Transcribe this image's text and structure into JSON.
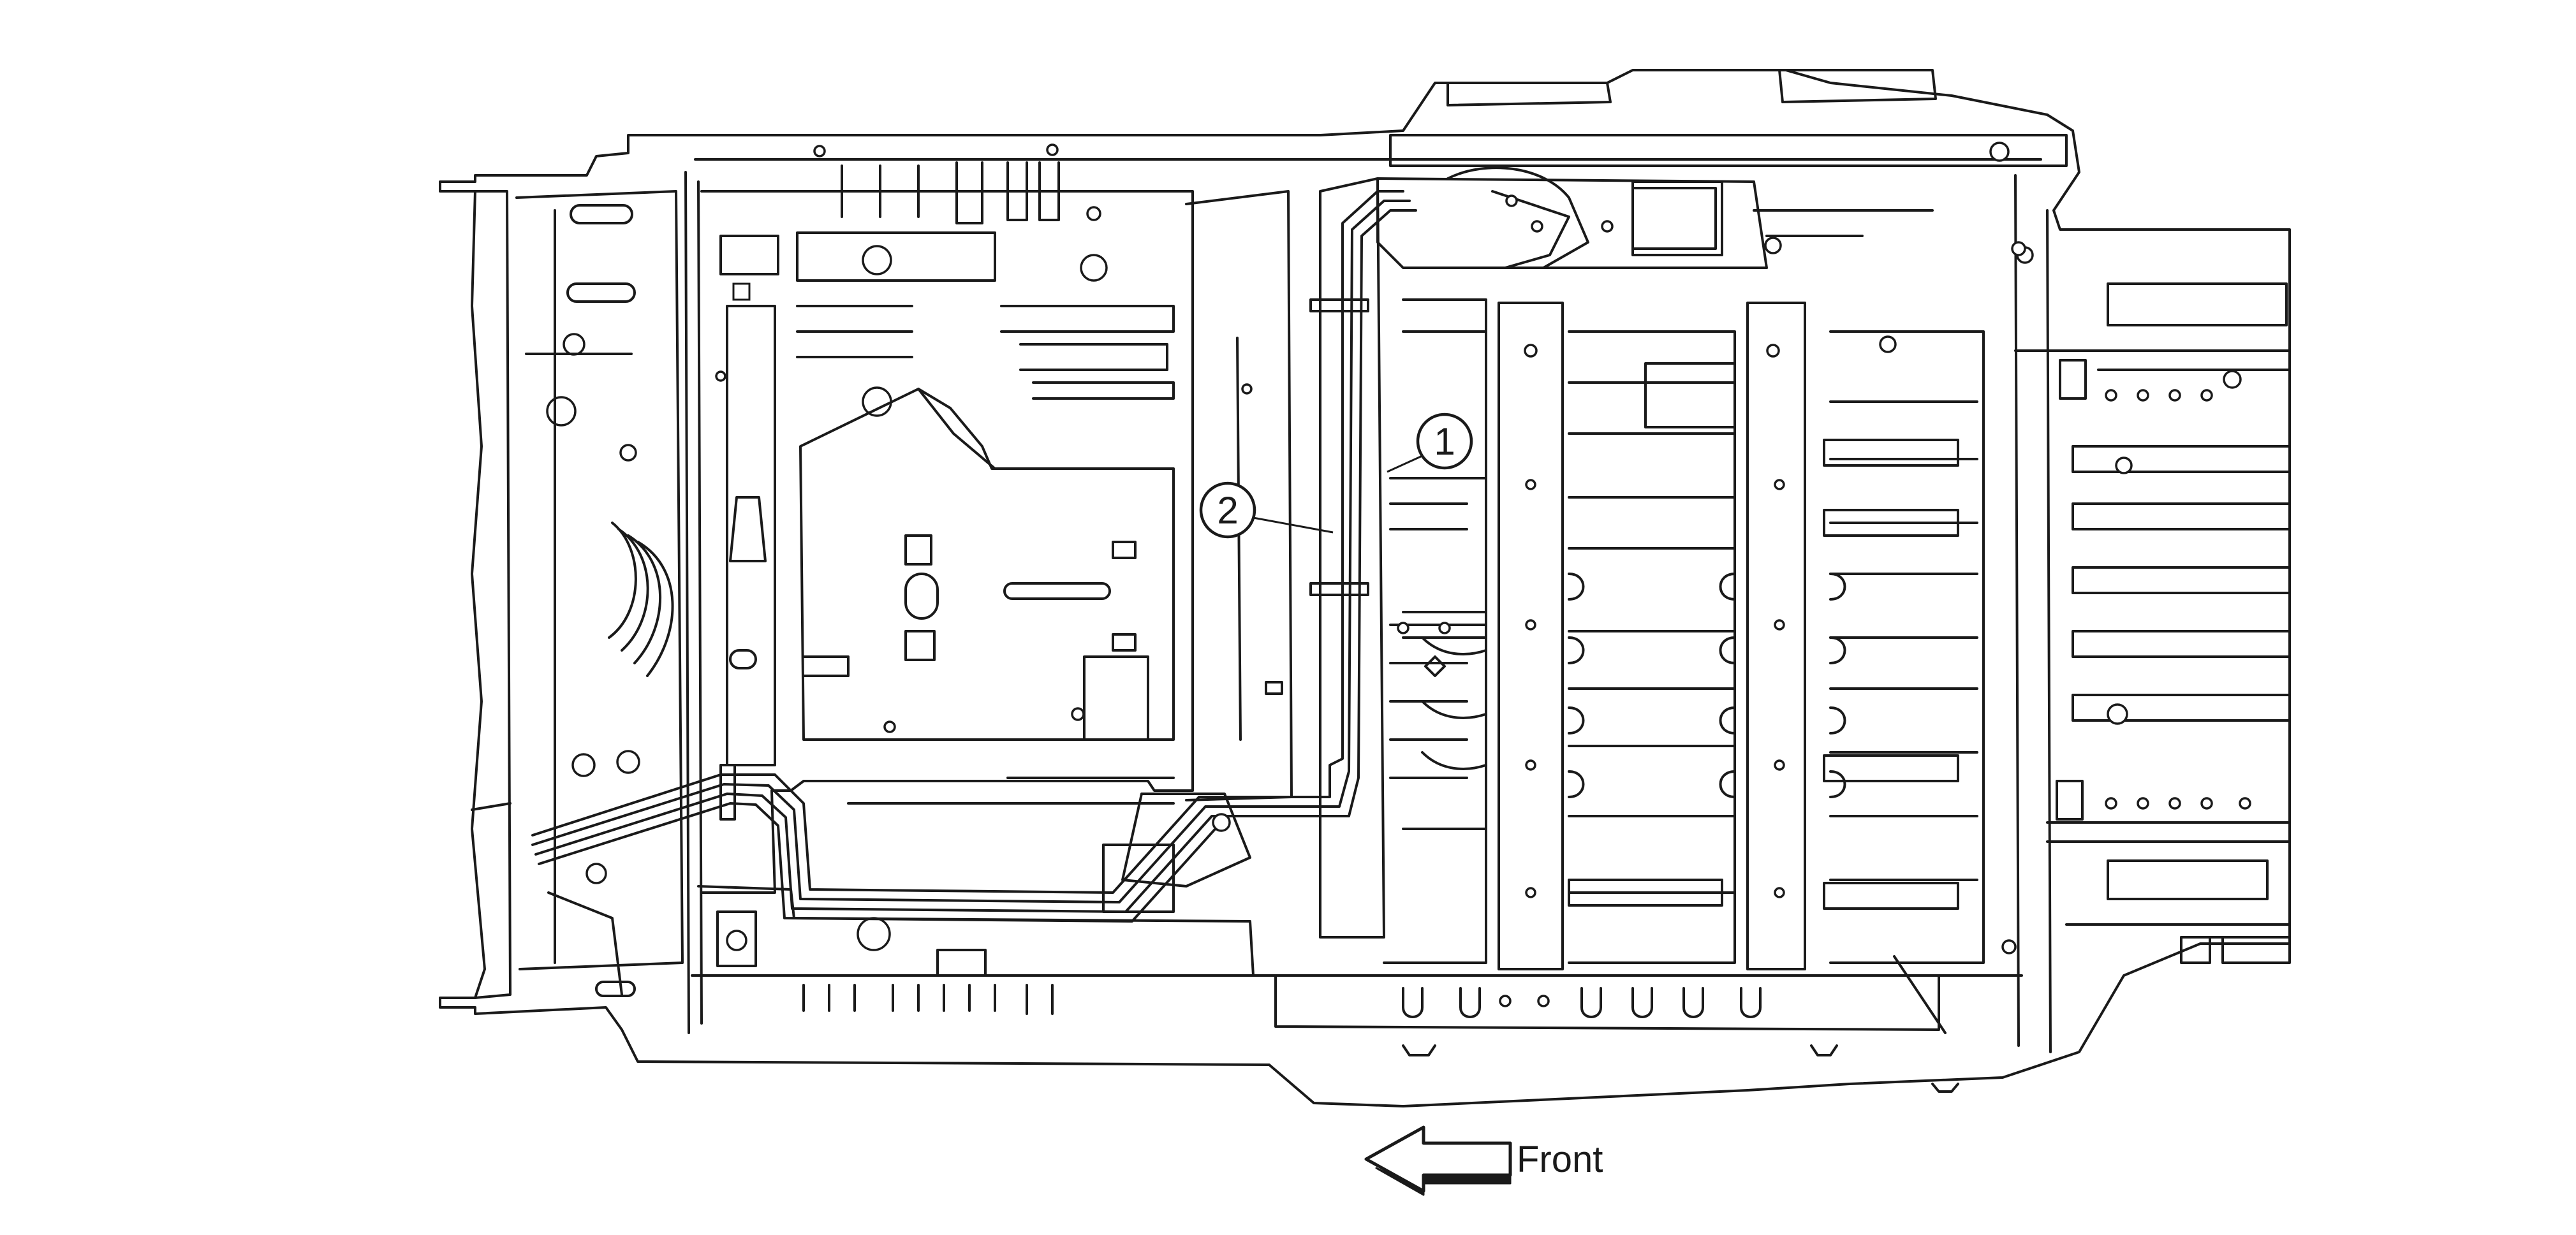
{
  "callouts": [
    {
      "label": "1"
    },
    {
      "label": "2"
    }
  ],
  "direction_label": "Front",
  "colors": {
    "line": "#1a1a1a",
    "background": "#ffffff"
  }
}
